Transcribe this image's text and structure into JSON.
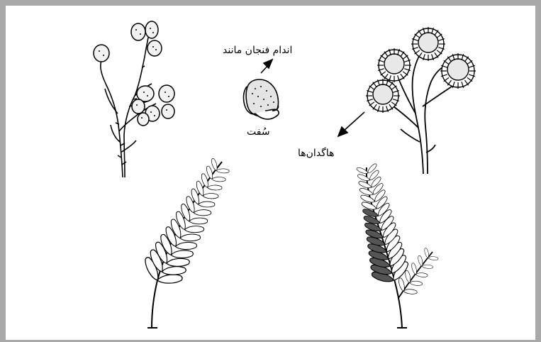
{
  "labels": {
    "cup_organ": "اندام فنجان مانند",
    "sofat": "سُفت",
    "inflorescence": "هاگدان‌ها"
  },
  "colors": {
    "border": "#a9a9a9",
    "ink": "#000000",
    "background": "#ffffff"
  }
}
